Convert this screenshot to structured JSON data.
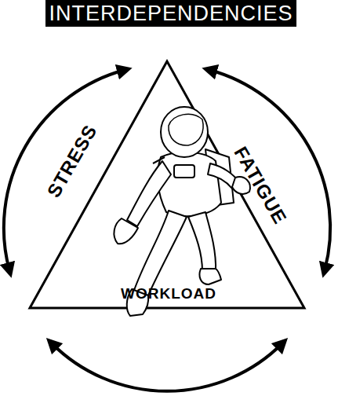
{
  "diagram": {
    "title": "INTERDEPENDENCIES",
    "labels": [
      "STRESS",
      "FATIGUE",
      "WORKLOAD"
    ]
  }
}
